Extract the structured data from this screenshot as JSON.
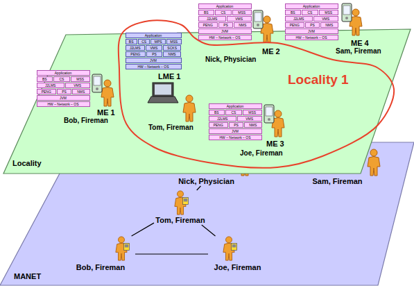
{
  "diagram": {
    "nodes": [
      {
        "text": [
          "Locality"
        ]
      },
      {
        "text": [
          "Locality 1"
        ],
        "in": 0
      },
      {
        "text": [
          "Application",
          "BS",
          "CS",
          "MSS",
          "J2LMS",
          "VMS",
          "PENG",
          "PS",
          "NMS",
          "JVM",
          "HW – Network – OS"
        ],
        "in": 0
      },
      {
        "text": [
          "Application",
          "BS",
          "CS",
          "MSS",
          "J2LMS",
          "VMS",
          "PENG",
          "PS",
          "NMS",
          "JVM",
          "HW – Network – OS"
        ],
        "in": 0
      },
      {
        "text": [
          "Application",
          "BS",
          "CS",
          "MPS",
          "MSS",
          "J2LMS",
          "VMS",
          "SCKS",
          "PENG",
          "PS",
          "NMS",
          "JVM",
          "HW – Network – OS"
        ],
        "in": 0
      },
      {
        "text": [
          "Application",
          "BS",
          "CS",
          "MSS",
          "J2LMS",
          "VMS",
          "PENG",
          "PS",
          "NMS",
          "JVM",
          "HW – Network – OS"
        ],
        "in": 0
      },
      {
        "text": [
          "Application",
          "BS",
          "CS",
          "MSS",
          "J2LMS",
          "VMS",
          "PENG",
          "PS",
          "NMS",
          "JVM",
          "HW – Network – OS"
        ],
        "in": 0
      },
      {
        "text": [
          "MANET"
        ]
      },
      {
        "text": [
          "Nick, Physician"
        ],
        "in": 7
      },
      {
        "text": [
          "Sam, Fireman"
        ],
        "in": 7
      },
      {
        "text": [
          "Tom, Fireman"
        ],
        "in": 7
      },
      {
        "text": [
          "Bob, Fireman"
        ],
        "in": 7
      },
      {
        "text": [
          "Joe, Fireman"
        ],
        "in": 7
      }
    ],
    "edges": [
      {
        "from": 10,
        "to": 8,
        "arrow": "none"
      },
      {
        "from": 10,
        "to": 11,
        "arrow": "none"
      },
      {
        "from": 10,
        "to": 12,
        "arrow": "none"
      },
      {
        "from": 11,
        "to": 12,
        "arrow": "none"
      }
    ],
    "labels": [
      "ME 2",
      "Nick, Physician",
      "ME 4",
      "Sam, Fireman",
      "LME 1",
      "Tom, Fireman",
      "ME 1",
      "Bob, Fireman",
      "ME 3",
      "Joe, Fireman"
    ]
  }
}
